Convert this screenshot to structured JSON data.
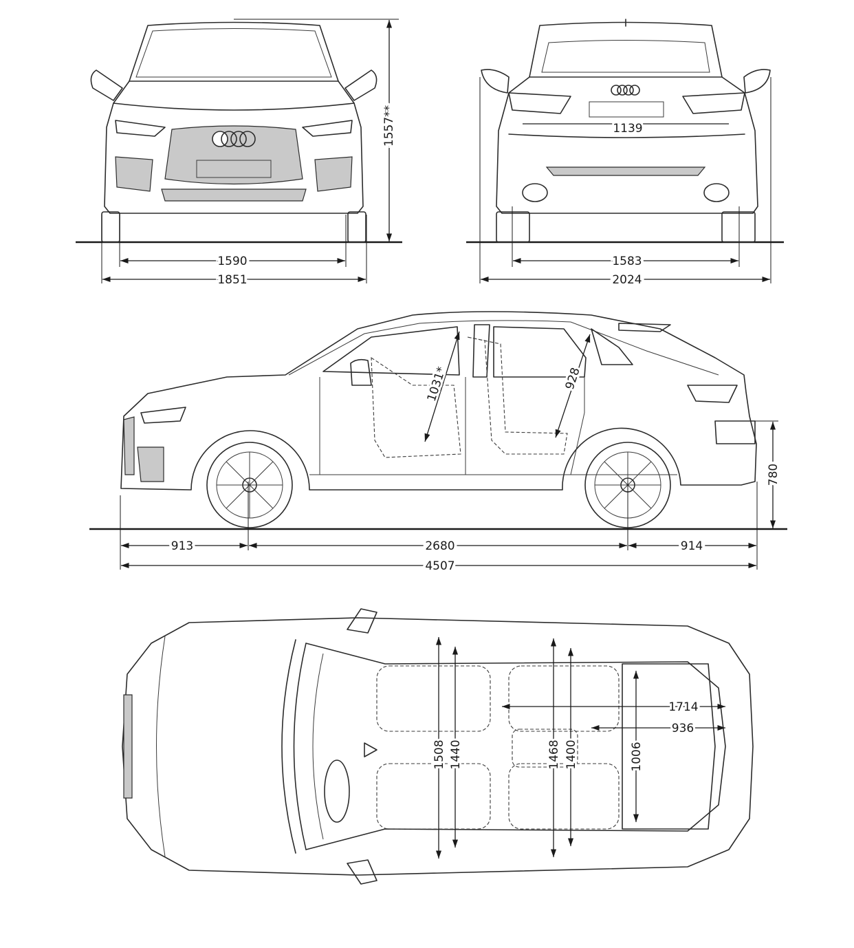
{
  "front_view": {
    "track": "1590",
    "width": "1851",
    "height": "1557**"
  },
  "rear_view": {
    "track": "1583",
    "width_mirrors": "2024",
    "tailgate_width": "1139"
  },
  "side_view": {
    "front_overhang": "913",
    "wheelbase": "2680",
    "rear_overhang": "914",
    "length": "4507",
    "loading_height": "780",
    "front_headroom": "1031*",
    "rear_headroom": "928"
  },
  "top_view": {
    "front_shoulder": "1508",
    "front_elbow": "1440",
    "rear_shoulder": "1468",
    "rear_elbow": "1400",
    "boot_length": "1714",
    "boot_length_seats_up": "936",
    "boot_width": "1006"
  },
  "icons": [
    "car-front-outline",
    "car-rear-outline",
    "car-side-outline",
    "car-top-outline"
  ]
}
